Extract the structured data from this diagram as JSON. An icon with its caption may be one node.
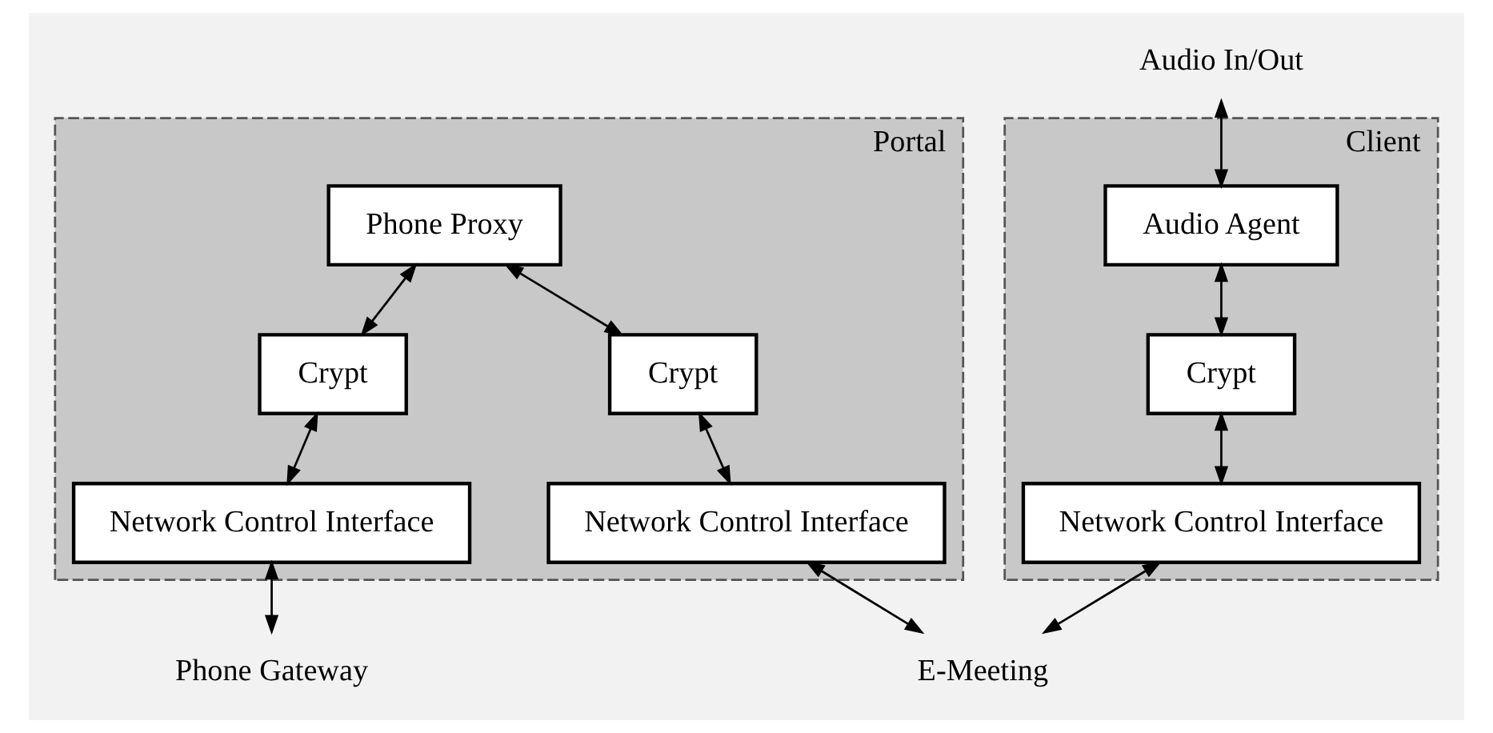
{
  "diagram": {
    "nodes": [
      {
        "text": [
          "Client"
        ]
      },
      {
        "text": [
          "Audio Agent"
        ],
        "in": 0
      },
      {
        "text": [
          "Crypt"
        ],
        "in": 0
      },
      {
        "text": [
          "Network Control Interface"
        ],
        "in": 0
      },
      {
        "text": [
          "Portal"
        ]
      },
      {
        "text": [
          "Phone Proxy"
        ],
        "in": 4
      },
      {
        "text": [
          "Crypt"
        ],
        "in": 4
      },
      {
        "text": [
          "Crypt"
        ],
        "in": 4
      },
      {
        "text": [
          "Network Control Interface"
        ],
        "in": 4
      },
      {
        "text": [
          "Network Control Interface"
        ],
        "in": 4
      },
      {
        "text": [
          "Audio In/Out"
        ]
      },
      {
        "text": [
          "E-Meeting"
        ]
      },
      {
        "text": [
          "Phone Gateway"
        ]
      }
    ],
    "edges": [
      {
        "from": 10,
        "to": 1,
        "arrow": "both"
      },
      {
        "from": 1,
        "to": 2,
        "arrow": "both"
      },
      {
        "from": 2,
        "to": 3,
        "arrow": "both"
      },
      {
        "from": 5,
        "to": 6,
        "arrow": "both"
      },
      {
        "from": 5,
        "to": 7,
        "arrow": "both"
      },
      {
        "from": 6,
        "to": 8,
        "arrow": "both"
      },
      {
        "from": 7,
        "to": 9,
        "arrow": "both"
      },
      {
        "from": 3,
        "to": 11,
        "arrow": "both"
      },
      {
        "from": 8,
        "to": 11,
        "arrow": "both"
      },
      {
        "from": 9,
        "to": 12,
        "arrow": "both"
      }
    ]
  }
}
